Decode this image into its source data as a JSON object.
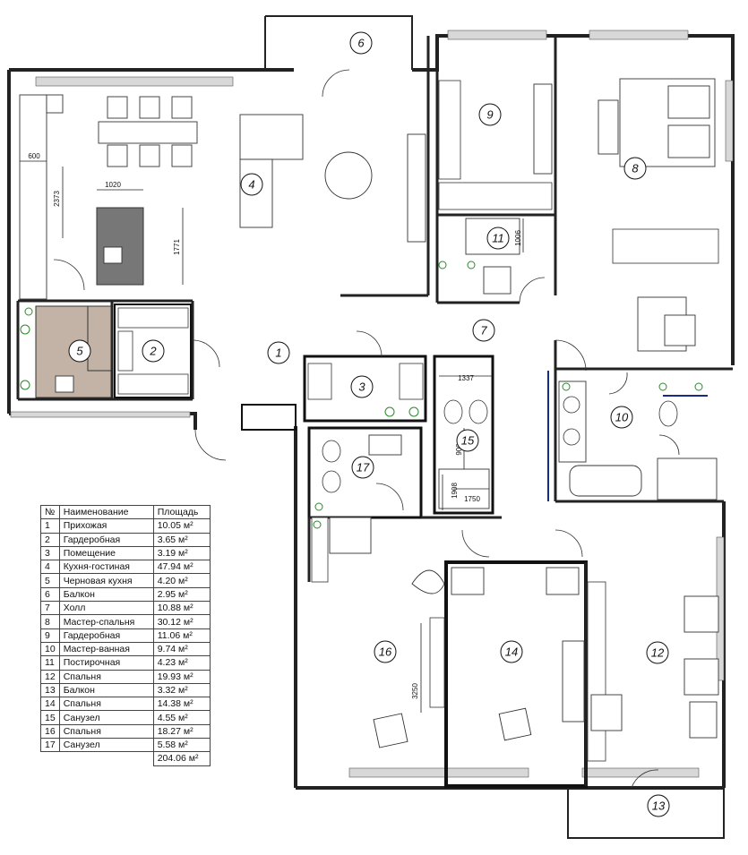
{
  "legend": {
    "headers": {
      "no": "№",
      "name": "Наименование",
      "area": "Площадь"
    },
    "rows": [
      {
        "no": "1",
        "name": "Прихожая",
        "area": "10.05 м²"
      },
      {
        "no": "2",
        "name": "Гардеробная",
        "area": "3.65 м²"
      },
      {
        "no": "3",
        "name": "Помещение",
        "area": "3.19 м²"
      },
      {
        "no": "4",
        "name": "Кухня-гостиная",
        "area": "47.94 м²"
      },
      {
        "no": "5",
        "name": "Черновая кухня",
        "area": "4.20 м²"
      },
      {
        "no": "6",
        "name": "Балкон",
        "area": "2.95 м²"
      },
      {
        "no": "7",
        "name": "Холл",
        "area": "10.88 м²"
      },
      {
        "no": "8",
        "name": "Мастер-спальня",
        "area": "30.12 м²"
      },
      {
        "no": "9",
        "name": "Гардеробная",
        "area": "11.06 м²"
      },
      {
        "no": "10",
        "name": "Мастер-ванная",
        "area": "9.74 м²"
      },
      {
        "no": "11",
        "name": "Постирочная",
        "area": "4.23 м²"
      },
      {
        "no": "12",
        "name": "Спальня",
        "area": "19.93 м²"
      },
      {
        "no": "13",
        "name": "Балкон",
        "area": "3.32 м²"
      },
      {
        "no": "14",
        "name": "Спальня",
        "area": "14.38 м²"
      },
      {
        "no": "15",
        "name": "Санузел",
        "area": "4.55 м²"
      },
      {
        "no": "16",
        "name": "Спальня",
        "area": "18.27 м²"
      },
      {
        "no": "17",
        "name": "Санузел",
        "area": "5.58 м²"
      }
    ],
    "total": "204.06 м²"
  },
  "room_labels": [
    "1",
    "2",
    "3",
    "4",
    "5",
    "6",
    "7",
    "8",
    "9",
    "10",
    "11",
    "12",
    "13",
    "14",
    "15",
    "16",
    "17"
  ],
  "dimensions": {
    "d600": "600",
    "d2373": "2373",
    "d1020": "1020",
    "d1771": "1771",
    "d1337": "1337",
    "d1006": "1006",
    "d900": "900",
    "d1908": "1908",
    "d1750": "1750",
    "d3250": "3250"
  },
  "colors": {
    "wall": "#111111",
    "rough_kitchen_floor": "#c2b3a6",
    "window": "#d8d8d8",
    "fixture_green": "#2a8a2a",
    "door_accent": "#1a2a8a"
  }
}
